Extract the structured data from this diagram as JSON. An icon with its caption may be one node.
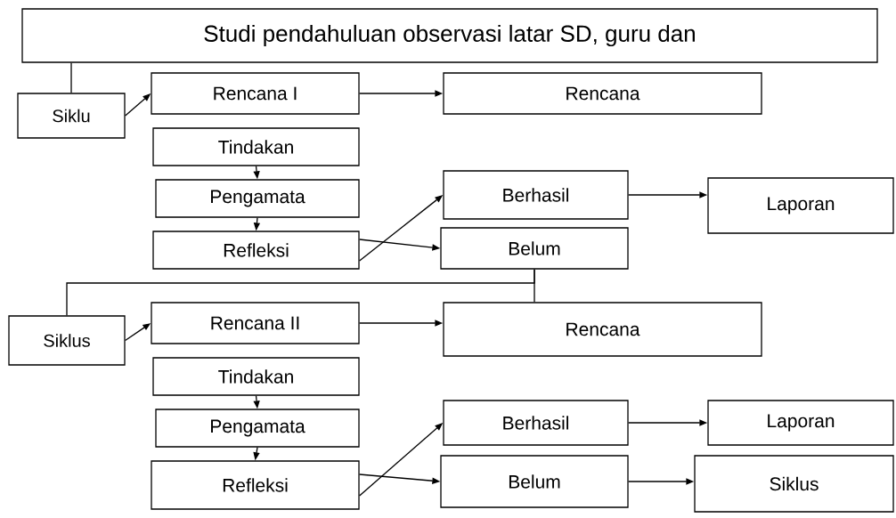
{
  "diagram": {
    "nodes": [
      {
        "text": [
          "Studi  pendahuluan observasi latar SD, guru dan"
        ]
      },
      {
        "text": [
          "Siklu"
        ]
      },
      {
        "text": [
          "Rencana I"
        ]
      },
      {
        "text": [
          "Tindakan"
        ]
      },
      {
        "text": [
          "Pengamata"
        ]
      },
      {
        "text": [
          "Refleksi"
        ]
      },
      {
        "text": [
          "Rencana"
        ]
      },
      {
        "text": [
          "Berhasil"
        ]
      },
      {
        "text": [
          "Belum"
        ]
      },
      {
        "text": [
          "Laporan"
        ]
      },
      {
        "text": [
          "Siklus"
        ]
      },
      {
        "text": [
          "Rencana II"
        ]
      },
      {
        "text": [
          "Tindakan"
        ]
      },
      {
        "text": [
          "Pengamata"
        ]
      },
      {
        "text": [
          "Refleksi"
        ]
      },
      {
        "text": [
          "Rencana"
        ]
      },
      {
        "text": [
          "Berhasil"
        ]
      },
      {
        "text": [
          "Belum"
        ]
      },
      {
        "text": [
          "Laporan"
        ]
      },
      {
        "text": [
          "Siklus"
        ]
      }
    ],
    "edges": [
      {
        "from": 0,
        "to": 1,
        "arrow": "none"
      },
      {
        "from": 1,
        "to": 2,
        "arrow": "to"
      },
      {
        "from": 2,
        "to": 6,
        "arrow": "to"
      },
      {
        "from": 3,
        "to": 4,
        "arrow": "to"
      },
      {
        "from": 4,
        "to": 5,
        "arrow": "to"
      },
      {
        "from": 5,
        "to": 7,
        "arrow": "to"
      },
      {
        "from": 5,
        "to": 8,
        "arrow": "to"
      },
      {
        "from": 7,
        "to": 9,
        "arrow": "to"
      },
      {
        "from": 8,
        "to": 10,
        "arrow": "none"
      },
      {
        "from": 8,
        "to": 15,
        "arrow": "none"
      },
      {
        "from": 10,
        "to": 11,
        "arrow": "to"
      },
      {
        "from": 11,
        "to": 15,
        "arrow": "to"
      },
      {
        "from": 12,
        "to": 13,
        "arrow": "to"
      },
      {
        "from": 13,
        "to": 14,
        "arrow": "to"
      },
      {
        "from": 14,
        "to": 16,
        "arrow": "to"
      },
      {
        "from": 14,
        "to": 17,
        "arrow": "to"
      },
      {
        "from": 16,
        "to": 18,
        "arrow": "to"
      },
      {
        "from": 17,
        "to": 19,
        "arrow": "to"
      }
    ]
  }
}
